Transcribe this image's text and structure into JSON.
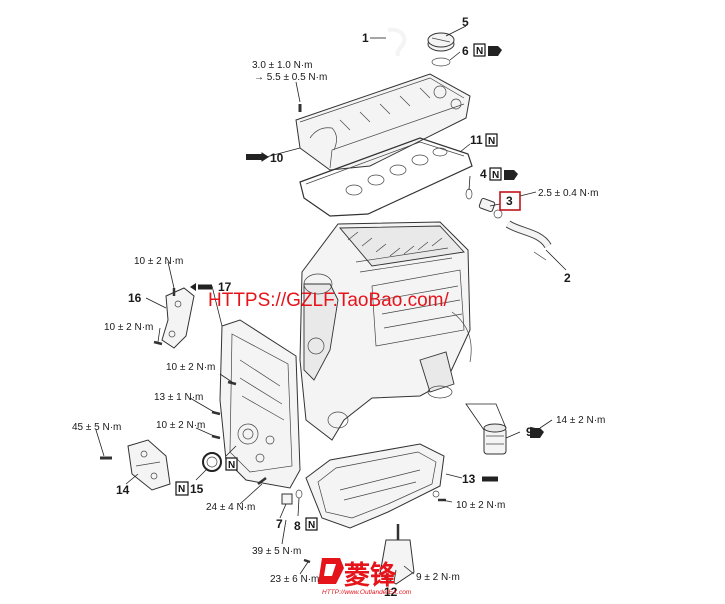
{
  "watermark": "HTTPS://GZLF.TaoBao.com/",
  "brand_logo_text": "菱锋",
  "brand_url": "HTTP://www.OutlanderEX.com",
  "torque_specs": {
    "t1a": "3.0 ± 1.0 N·m",
    "t1b": "→ 5.5 ± 0.5 N·m",
    "t2": "2.5 ± 0.4 N·m",
    "t3": "10 ± 2 N·m",
    "t4": "10 ± 2 N·m",
    "t5": "10 ± 2 N·m",
    "t6": "13 ± 1 N·m",
    "t7": "10 ± 2 N·m",
    "t8": "45 ± 5 N·m",
    "t9": "24 ± 4 N·m",
    "t10": "39 ± 5 N·m",
    "t11": "23 ± 6 N·m",
    "t12": "9 ± 2 N·m",
    "t13": "10 ± 2 N·m",
    "t14": "14 ± 2 N·m"
  },
  "callouts": {
    "c1": "1",
    "c2": "2",
    "c3": "3",
    "c4": "4",
    "c5": "5",
    "c6": "6",
    "c7": "7",
    "c8": "8",
    "c9": "9",
    "c10": "10",
    "c11": "11",
    "c12": "12",
    "c13": "13",
    "c14": "14",
    "c15": "15",
    "c16": "16",
    "c17": "17"
  },
  "symbols": {
    "new_part": "N"
  },
  "colors": {
    "watermark": "#e5141b",
    "line": "#222222",
    "callout_box": "#c0141b"
  }
}
